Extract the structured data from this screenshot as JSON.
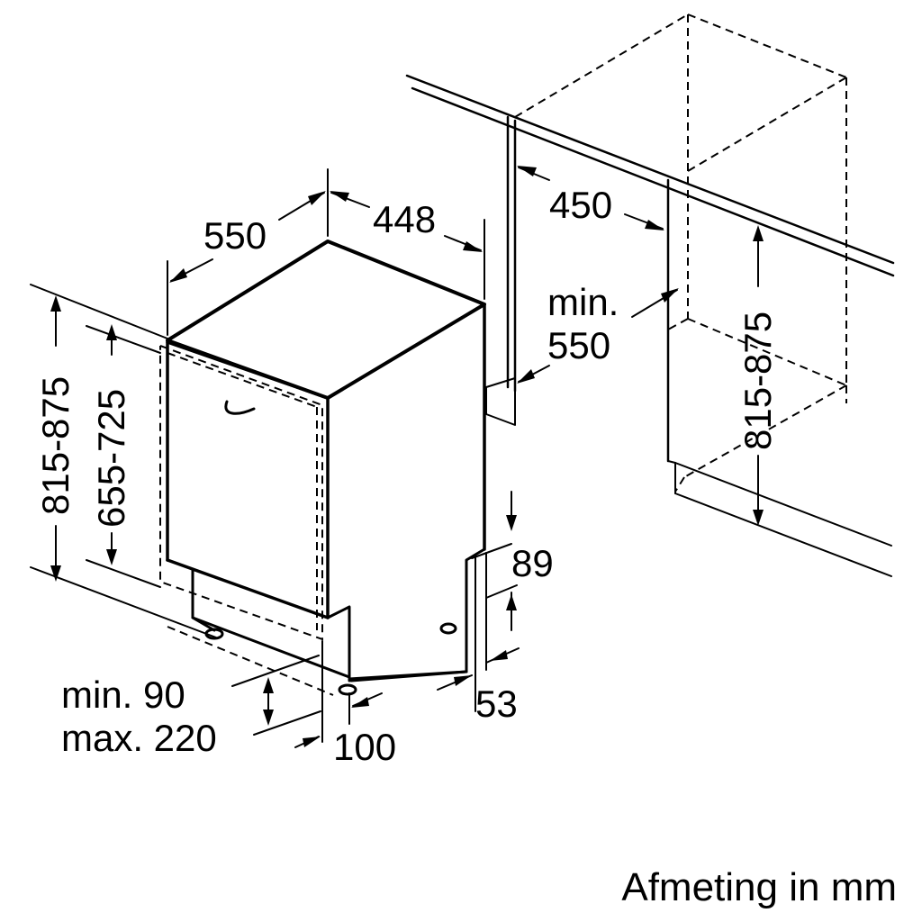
{
  "dimensions": {
    "depth": "550",
    "width": "448",
    "niche_width": "450",
    "niche_depth_line1": "min.",
    "niche_depth_line2": "550",
    "height_left": "815-875",
    "door_height": "655-725",
    "height_right": "815-875",
    "plinth_top": "89",
    "plinth_bottom": "53",
    "plinth_line1": "min. 90",
    "plinth_line2": "max. 220",
    "foot_offset": "100"
  },
  "caption": "Afmeting in mm"
}
